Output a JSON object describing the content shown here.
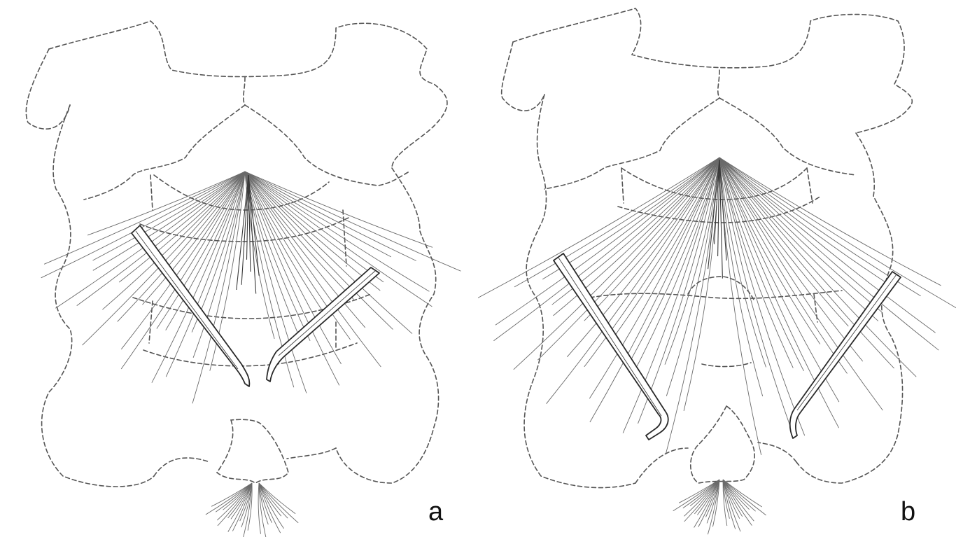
{
  "panels": [
    {
      "id": "a",
      "label": "a"
    },
    {
      "id": "b",
      "label": "b"
    }
  ],
  "colors": {
    "ink": "#3a3a3a",
    "outline": "#555555",
    "background": "#ffffff"
  }
}
